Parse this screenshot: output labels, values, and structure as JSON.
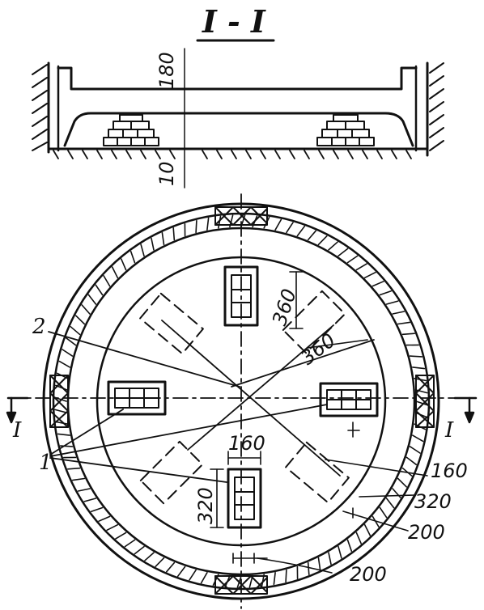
{
  "section_title": "I - I",
  "section_dims": {
    "top": "180",
    "bottom": "10"
  },
  "plan_dims": {
    "d360_a": "360",
    "d360_b": "360",
    "d160_top": "160",
    "d320_left": "320",
    "d160_right": "160",
    "d320_right": "320",
    "d200_mid": "200",
    "d200_bottom": "200"
  },
  "section_marks": {
    "left": "I",
    "right": "I"
  },
  "callouts": {
    "two": "2",
    "one": "1"
  }
}
